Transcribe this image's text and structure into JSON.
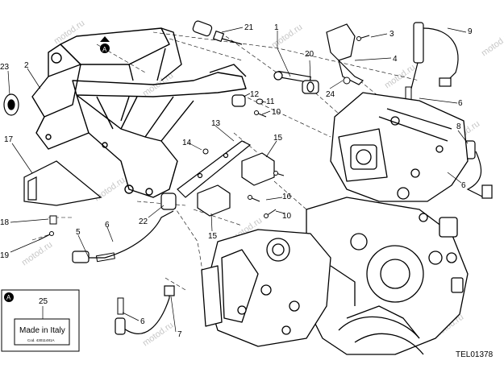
{
  "diagram": {
    "reference_code": "TEL01378",
    "watermark": "motod.ru",
    "inset": {
      "marker": "A",
      "part_number": "25",
      "label_title": "Made in Italy",
      "label_subtext": "Cod. 43011481A"
    },
    "frame_marker": "A",
    "callouts": [
      "1",
      "2",
      "3",
      "4",
      "5",
      "6",
      "6",
      "6",
      "6",
      "7",
      "8",
      "9",
      "10",
      "10",
      "11",
      "12",
      "13",
      "14",
      "15",
      "15",
      "16",
      "17",
      "18",
      "19",
      "20",
      "21",
      "22",
      "23",
      "24"
    ]
  }
}
